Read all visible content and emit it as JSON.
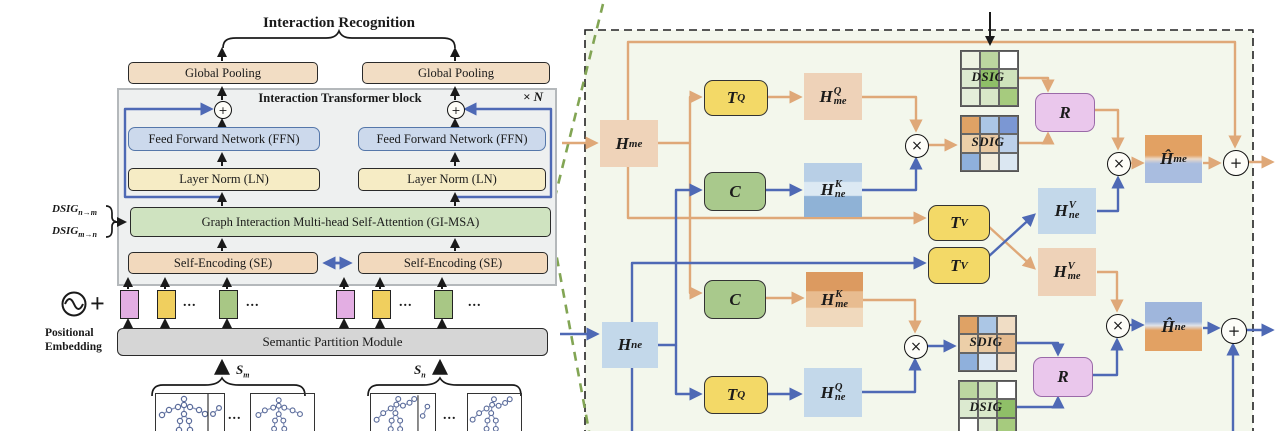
{
  "left": {
    "title": "Interaction Recognition",
    "global_pooling": "Global Pooling",
    "block_label": "Interaction Transformer block",
    "repeat_label": "× N",
    "ffn": "Feed Forward Network (FFN)",
    "ln": "Layer Norm (LN)",
    "gimsa": "Graph Interaction Multi-head Self-Attention (GI-MSA)",
    "se": "Self-Encoding (SE)",
    "dsig_nm": {
      "base": "DSIG",
      "sub": "n→m"
    },
    "dsig_mn": {
      "base": "DSIG",
      "sub": "m→n"
    },
    "positional_line1": "Positional",
    "positional_line2": "Embedding",
    "plus_sign": "+",
    "spm": "Semantic Partition Module",
    "sm": {
      "base": "S",
      "sub": "m"
    },
    "sn": {
      "base": "S",
      "sub": "n"
    },
    "dots": "..."
  },
  "right": {
    "hme": {
      "base": "H",
      "sub": "me"
    },
    "hne": {
      "base": "H",
      "sub": "ne"
    },
    "tq": {
      "base": "T",
      "sup": "Q"
    },
    "tv": {
      "base": "T",
      "sup": "V"
    },
    "c": "C",
    "r": "R",
    "hmeq": {
      "base": "H",
      "sup": "Q",
      "sub": "me"
    },
    "hnek": {
      "base": "H",
      "sup": "K",
      "sub": "ne"
    },
    "hmek": {
      "base": "H",
      "sup": "K",
      "sub": "me"
    },
    "hneq": {
      "base": "H",
      "sup": "Q",
      "sub": "ne"
    },
    "hnev": {
      "base": "H",
      "sup": "V",
      "sub": "ne"
    },
    "hmev": {
      "base": "H",
      "sup": "V",
      "sub": "me"
    },
    "hhatme": {
      "base": "Ĥ",
      "sub": "me"
    },
    "hhatne": {
      "base": "Ĥ",
      "sub": "ne"
    },
    "dsig": "DSIG",
    "sdig": "SDIG",
    "otimes": "×",
    "oplus": "+"
  },
  "colors": {
    "wire_orange": "#dfa878",
    "wire_blue": "#4e69b5",
    "wire_black": "#1a1a1a",
    "panel_bg": "#f3f7ec",
    "green_dash": "#82a554",
    "gp_fill": "#f2ddc4",
    "ffn_fill": "#ccd9ec",
    "ln_fill": "#f6ecc5",
    "gimsa_fill": "#cfe3c0",
    "se_fill": "#f2d9bd",
    "token_pink": "#e3aee3",
    "token_yellow": "#f0cf5e",
    "token_green": "#a8c785"
  },
  "grids": {
    "dsig_top": [
      "#eef3e3",
      "#bcd6a0",
      "#ffffff",
      "#dcead0",
      "#8fbf68",
      "#cfe3bc",
      "#e4eeda",
      "#d8e7c8",
      "#a6cb7e"
    ],
    "sdig_top": [
      "#dfa265",
      "#abc6e5",
      "#7b97d3",
      "#eccfa8",
      "#e9c9a2",
      "#bcd0ea",
      "#8fb0dc",
      "#f2ecdc",
      "#dbe7f2"
    ],
    "sdig_bot": [
      "#dfa265",
      "#abc6e5",
      "#f0ddc5",
      "#eccfa8",
      "#e9c9a2",
      "#e4ba8e",
      "#8fb0dc",
      "#dce8f4",
      "#f0dec8"
    ],
    "dsig_bot": [
      "#bcd6a0",
      "#cfe3bc",
      "#ffffff",
      "#dcead0",
      "#d8e7c8",
      "#8fbf68",
      "#ffffff",
      "#e4eeda",
      "#a6cb7e"
    ]
  }
}
